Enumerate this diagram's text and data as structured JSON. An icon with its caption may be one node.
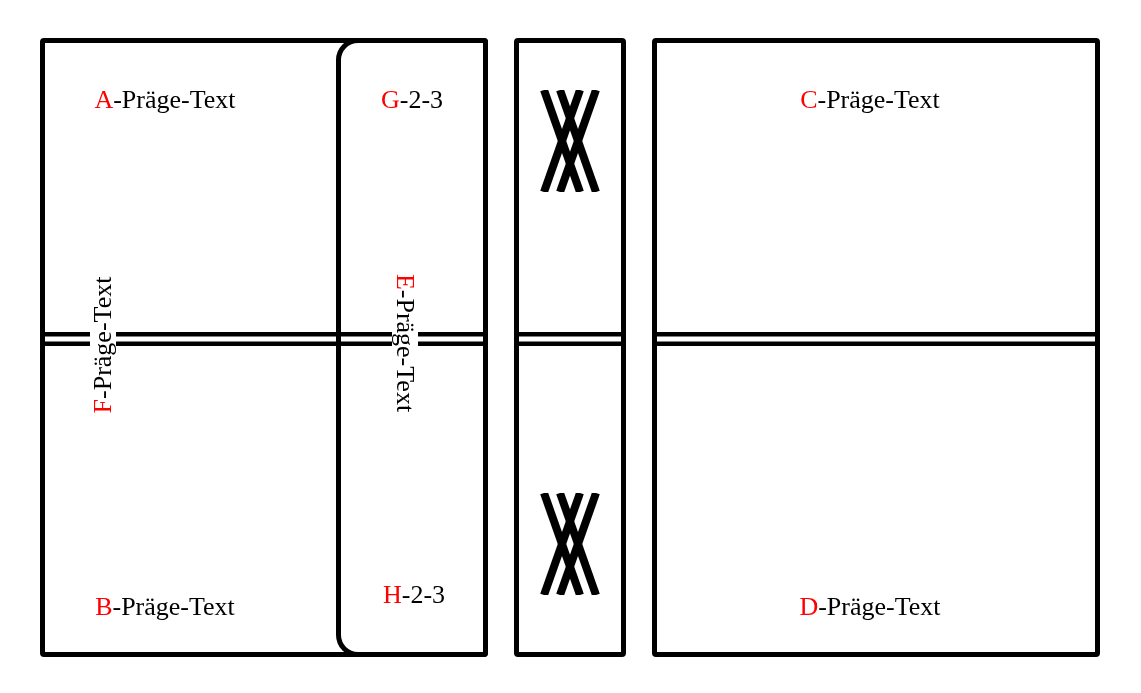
{
  "diagram": {
    "nodes": [
      {
        "text": [
          "A-Präge-Text",
          "F-Präge-Text",
          "B-Präge-Text"
        ]
      },
      {
        "text": [
          "G-2-3",
          "E-Präge-Text",
          "H-2-3"
        ],
        "in": 0
      },
      {
        "text": [],
        "shape": "box"
      },
      {
        "text": [
          "C-Präge-Text",
          "D-Präge-Text"
        ]
      }
    ],
    "edges": []
  }
}
